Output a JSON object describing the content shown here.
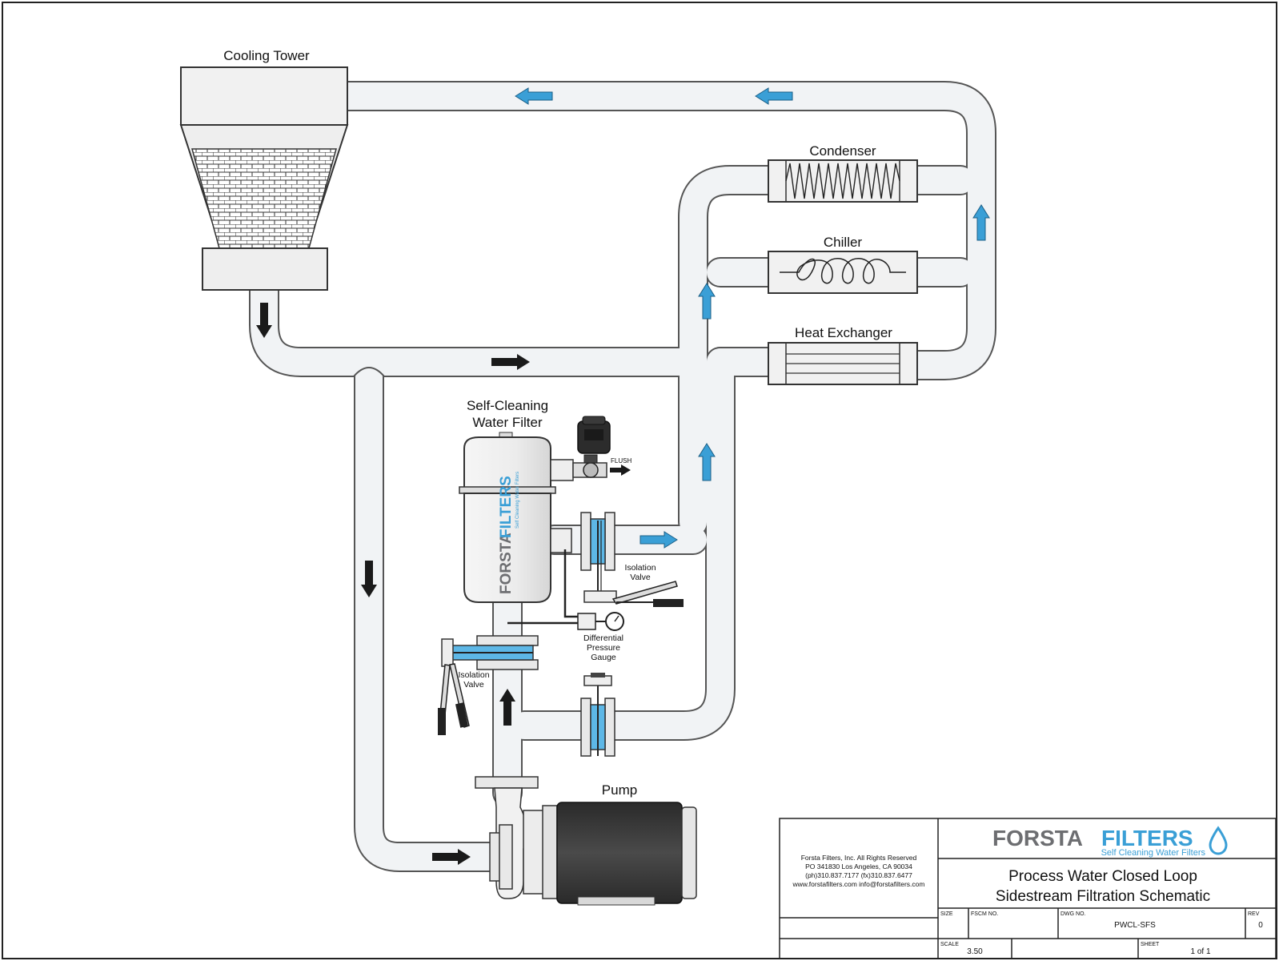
{
  "labels": {
    "cooling_tower": "Cooling Tower",
    "condenser": "Condenser",
    "chiller": "Chiller",
    "heat_exchanger": "Heat Exchanger",
    "filter_line1": "Self-Cleaning",
    "filter_line2": "Water Filter",
    "flush": "FLUSH",
    "iso_right_line1": "Isolation",
    "iso_right_line2": "Valve",
    "iso_left_line1": "Isolation",
    "iso_left_line2": "Valve",
    "dpg_line1": "Differential",
    "dpg_line2": "Pressure",
    "dpg_line3": "Gauge",
    "pump": "Pump"
  },
  "filter_brand": {
    "forsta": "FORSTA",
    "filters": "FILTERS",
    "tagline": "Self Cleaning Water Filters"
  },
  "title_block": {
    "logo_forsta": "FORSTA",
    "logo_filters": "FILTERS",
    "logo_tagline": "Self Cleaning Water Filters",
    "company_lines": [
      "Forsta Filters, Inc. All Rights Reserved",
      "PO 341830 Los Angeles, CA 90034",
      "(ph)310.837.7177 (fx)310.837.6477",
      "www.forstafilters.com  info@forstafilters.com"
    ],
    "title_line1": "Process Water Closed Loop",
    "title_line2": "Sidestream Filtration Schematic",
    "size_label": "SIZE",
    "fscm_label": "FSCM NO.",
    "dwg_label": "DWG NO.",
    "dwg_value": "PWCL-SFS",
    "rev_label": "REV",
    "rev_value": "0",
    "scale_label": "SCALE",
    "scale_value": "3.50",
    "sheet_label": "SHEET",
    "sheet_value": "1 of 1"
  },
  "colors": {
    "pipe_fill": "#f1f3f5",
    "pipe_stroke": "#555555",
    "arrow_dark": "#1a1a1a",
    "arrow_blue": "#3a9fd6",
    "brand_gray": "#6d6e71",
    "brand_blue": "#3a9fd6",
    "motor": "#3c3c3c"
  }
}
